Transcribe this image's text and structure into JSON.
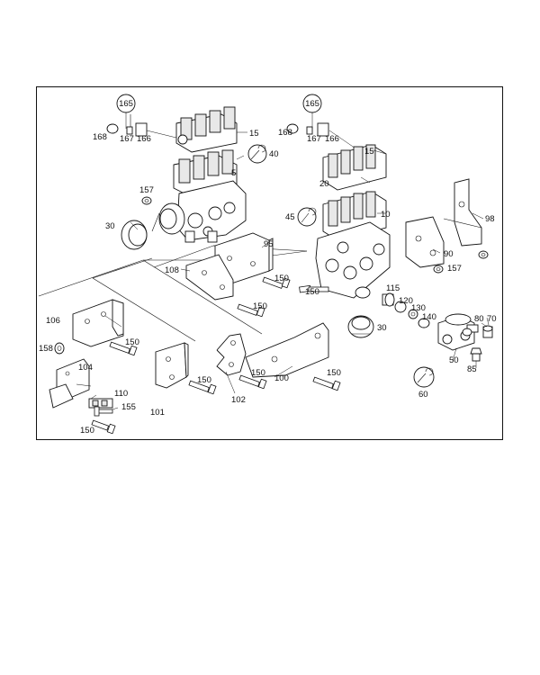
{
  "diagram": {
    "callouts": [
      "165",
      "168",
      "167",
      "166",
      "15",
      "5",
      "40",
      "157",
      "30",
      "165",
      "168",
      "167",
      "166",
      "15",
      "20",
      "45",
      "10",
      "98",
      "95",
      "108",
      "150",
      "150",
      "90",
      "157",
      "115",
      "120",
      "130",
      "140",
      "80",
      "70",
      "30",
      "106",
      "150",
      "150",
      "158",
      "104",
      "110",
      "155",
      "150",
      "101",
      "150",
      "150",
      "102",
      "100",
      "150",
      "50",
      "85",
      "60"
    ]
  }
}
